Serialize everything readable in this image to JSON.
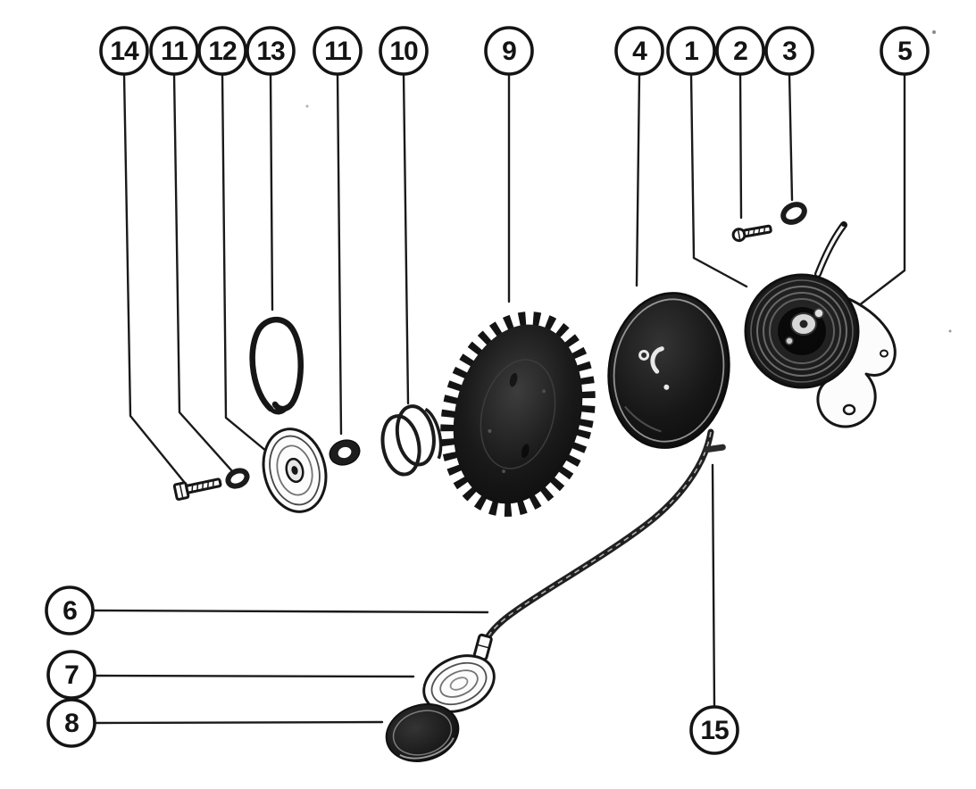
{
  "figure": {
    "kind": "exploded-parts-diagram",
    "background_color": "#ffffff",
    "ink_color": "#161616",
    "callouts": [
      {
        "label": "14",
        "part": "hex-bolt"
      },
      {
        "label": "11",
        "part": "washer-small"
      },
      {
        "label": "12",
        "part": "pulley-sheave"
      },
      {
        "label": "13",
        "part": "spring-clip"
      },
      {
        "label": "11",
        "part": "washer"
      },
      {
        "label": "10",
        "part": "spacer-rings"
      },
      {
        "label": "9",
        "part": "ratchet-sprocket"
      },
      {
        "label": "4",
        "part": "sheave-drum"
      },
      {
        "label": "1",
        "part": "starter-assembly"
      },
      {
        "label": "2",
        "part": "screw"
      },
      {
        "label": "3",
        "part": "lock-washer"
      },
      {
        "label": "5",
        "part": "housing-bracket"
      },
      {
        "label": "6",
        "part": "starter-rope"
      },
      {
        "label": "7",
        "part": "starter-handle"
      },
      {
        "label": "8",
        "part": "handle-cap"
      },
      {
        "label": "15",
        "part": "rope-anchor-pin"
      }
    ]
  }
}
